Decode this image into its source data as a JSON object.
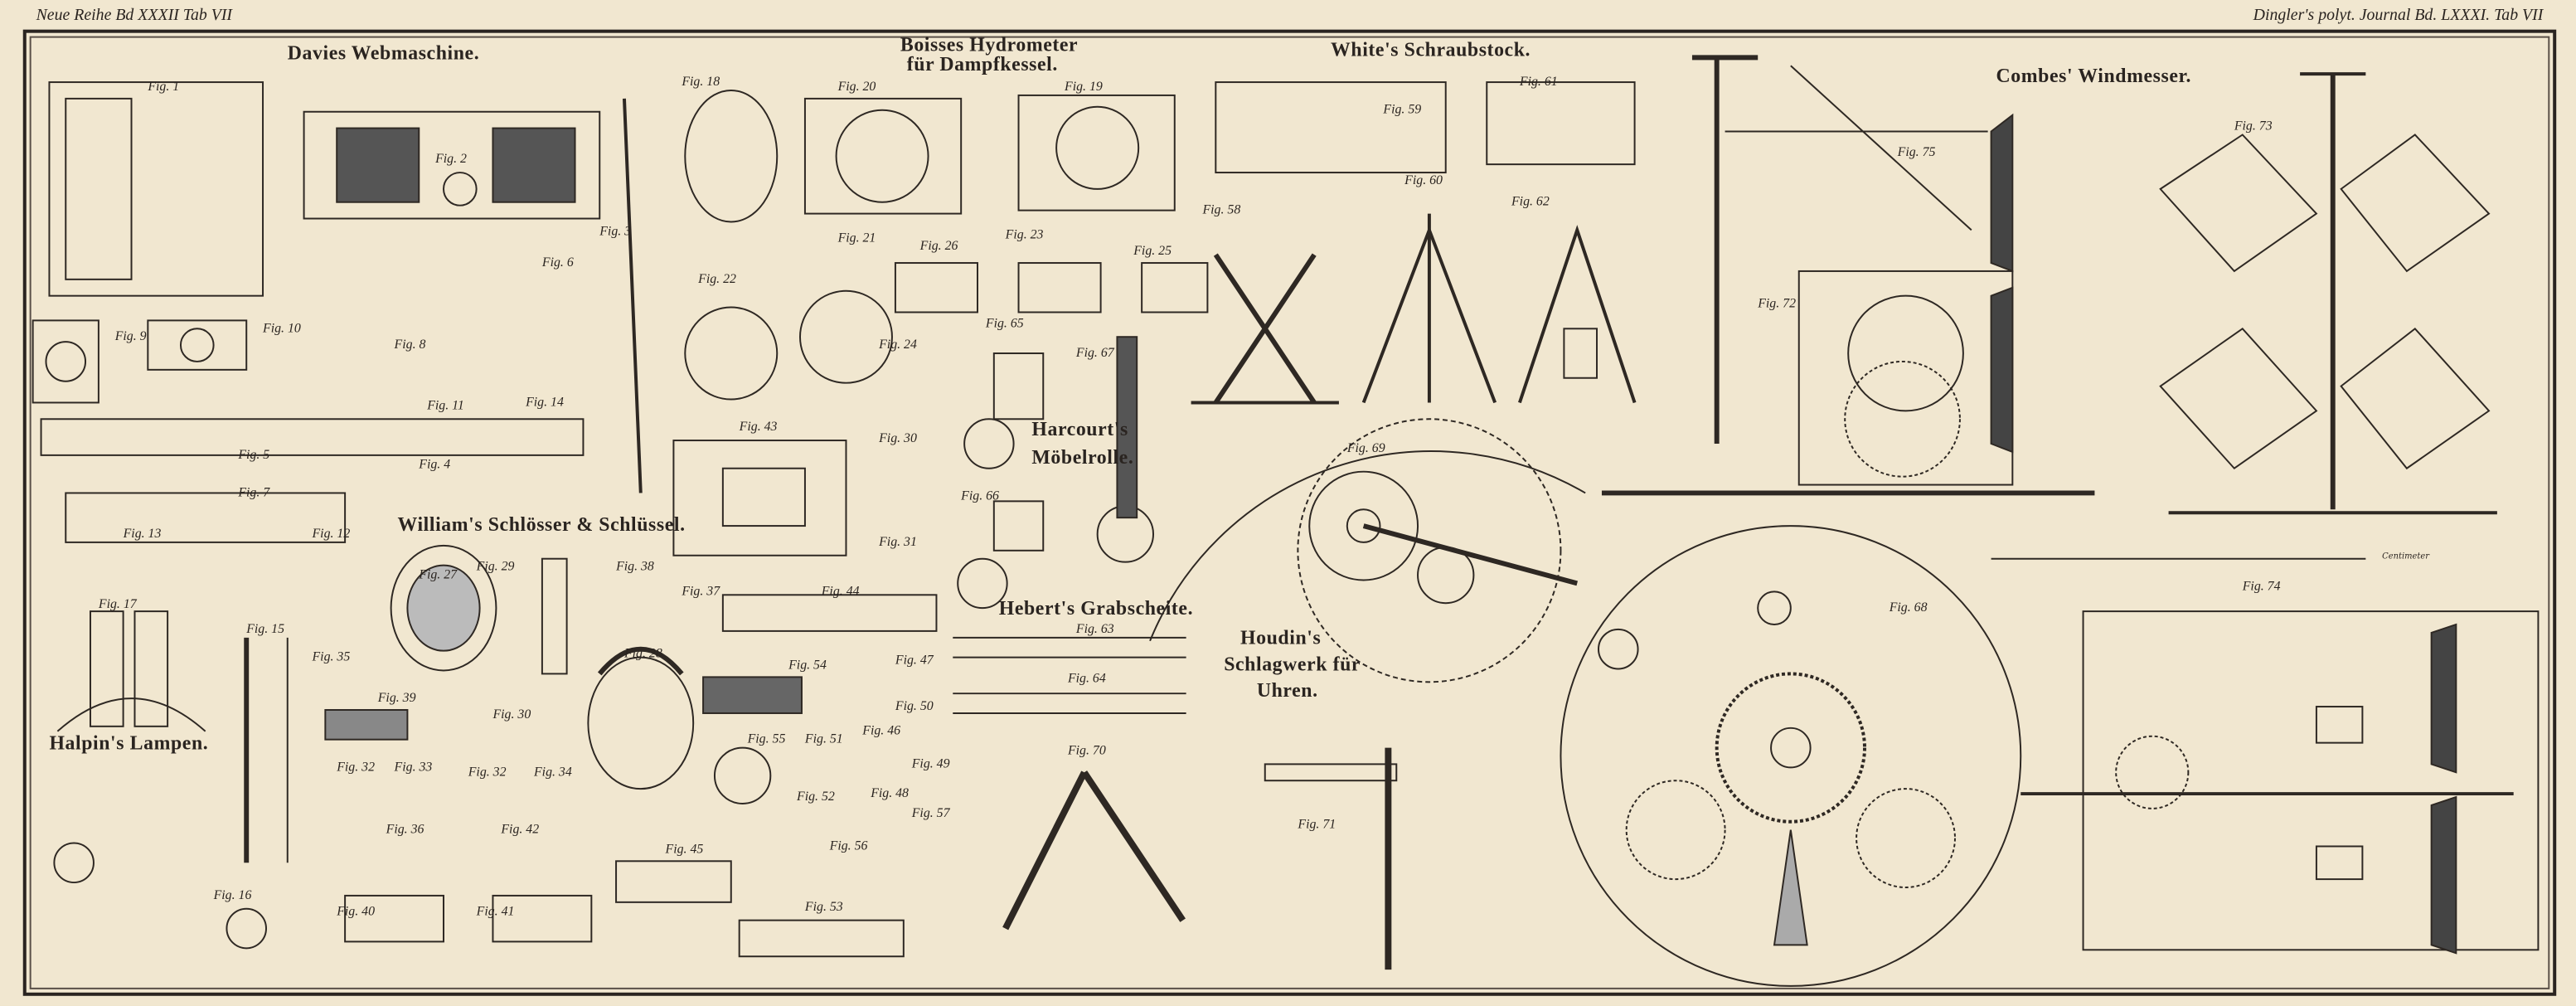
{
  "header": {
    "left": "Neue Reihe Bd XXXII Tab VII",
    "right": "Dingler's polyt. Journal Bd. LXXXI. Tab VII"
  },
  "titles": {
    "davies": "Davies Webmaschine.",
    "boisse_1": "Boisses Hydrometer",
    "boisse_2": "für Dampfkessel.",
    "white": "White's Schraubstock.",
    "combes": "Combes' Windmesser.",
    "william": "William's Schlösser & Schlüssel.",
    "harcourt_1": "Harcourt's",
    "harcourt_2": "Möbelrolle.",
    "hebert": "Hebert's Grabscheite.",
    "houdin_1": "Houdin's",
    "houdin_2": "Schlagwerk für",
    "houdin_3": "Uhren.",
    "halpin": "Halpin's Lampen."
  },
  "scale_label": "Centimeter",
  "figures": [
    "Fig. 1",
    "Fig. 2",
    "Fig. 3",
    "Fig. 6",
    "Fig. 9",
    "Fig. 10",
    "Fig. 8",
    "Fig. 5",
    "Fig. 11",
    "Fig. 14",
    "Fig. 4",
    "Fig. 7",
    "Fig. 13",
    "Fig. 12",
    "Fig. 17",
    "Fig. 15",
    "Fig. 35",
    "Fig. 16",
    "Fig. 27",
    "Fig. 29",
    "Fig. 38",
    "Fig. 37",
    "Fig. 39",
    "Fig. 30",
    "Fig. 28",
    "Fig. 32",
    "Fig. 33",
    "Fig. 32",
    "Fig. 34",
    "Fig. 36",
    "Fig. 42",
    "Fig. 40",
    "Fig. 41",
    "Fig. 18",
    "Fig. 20",
    "Fig. 19",
    "Fig. 22",
    "Fig. 21",
    "Fig. 26",
    "Fig. 23",
    "Fig. 25",
    "Fig. 24",
    "Fig. 43",
    "Fig. 30",
    "Fig. 31",
    "Fig. 44",
    "Fig. 54",
    "Fig. 47",
    "Fig. 50",
    "Fig. 55",
    "Fig. 51",
    "Fig. 46",
    "Fig. 49",
    "Fig. 52",
    "Fig. 48",
    "Fig. 57",
    "Fig. 56",
    "Fig. 45",
    "Fig. 53",
    "Fig. 65",
    "Fig. 67",
    "Fig. 66",
    "Fig. 63",
    "Fig. 64",
    "Fig. 70",
    "Fig. 71",
    "Fig. 58",
    "Fig. 59",
    "Fig. 60",
    "Fig. 61",
    "Fig. 62",
    "Fig. 69",
    "Fig. 68",
    "Fig. 75",
    "Fig. 72",
    "Fig. 73",
    "Fig. 74"
  ]
}
